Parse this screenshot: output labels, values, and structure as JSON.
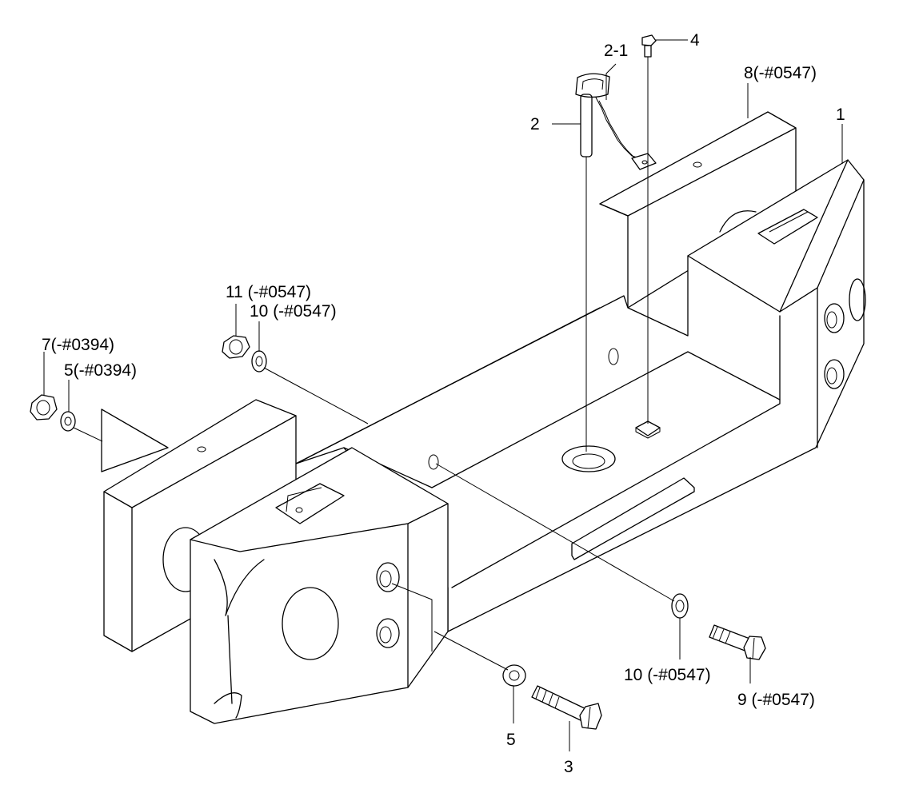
{
  "labels": {
    "p1": "1",
    "p2": "2",
    "p2_1": "2-1",
    "p3": "3",
    "p4": "4",
    "p5": "5",
    "p5_394": "5(-#0394)",
    "p7_394": "7(-#0394)",
    "p8_547": "8(-#0547)",
    "p9_547": "9 (-#0547)",
    "p10_547_top": "10 (-#0547)",
    "p10_547_right": "10 (-#0547)",
    "p11_547": "11 (-#0547)"
  }
}
